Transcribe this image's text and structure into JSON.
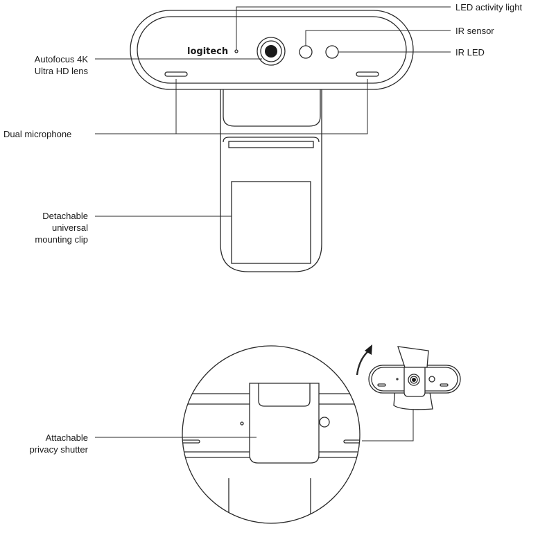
{
  "brand": {
    "logo_text": "logitech"
  },
  "callouts": {
    "led_activity_light": "LED activity light",
    "ir_sensor": "IR sensor",
    "ir_led": "IR LED",
    "autofocus_lens": [
      "Autofocus 4K",
      "Ultra HD lens"
    ],
    "dual_microphone": "Dual microphone",
    "mounting_clip": [
      "Detachable",
      "universal",
      "mounting clip"
    ],
    "privacy_shutter": [
      "Attachable",
      "privacy shutter"
    ]
  },
  "colors": {
    "line": "#2a2a2a",
    "fill": "#ffffff",
    "lens": "#1a1a1a"
  },
  "icons": {
    "rotate_arrow": "curved-arrow-icon"
  }
}
